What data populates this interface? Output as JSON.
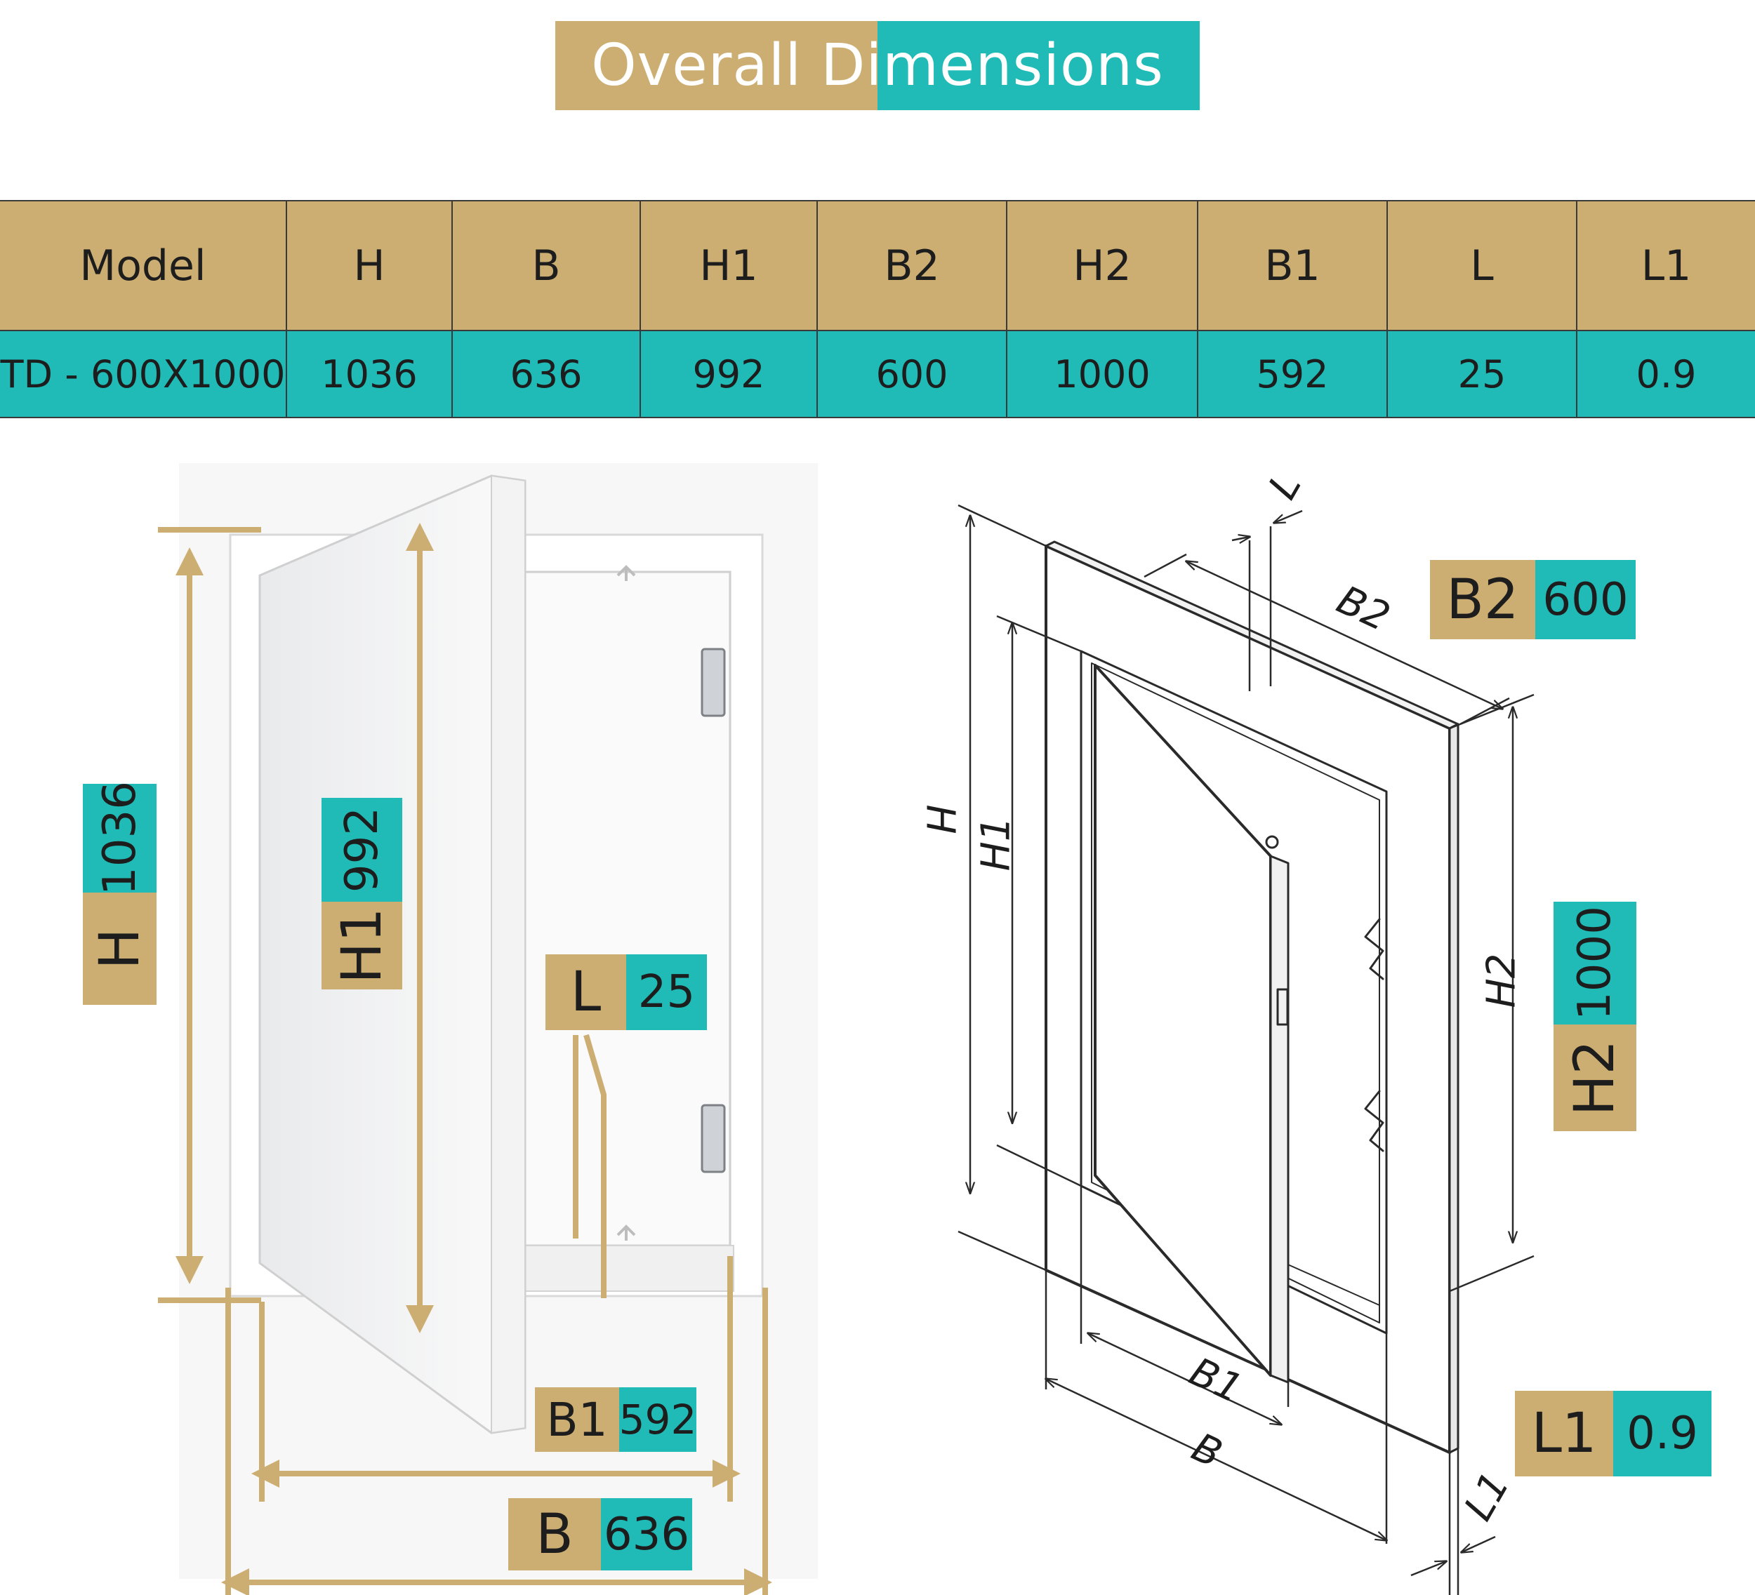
{
  "colors": {
    "gold": "#cdae72",
    "teal": "#20bbb6",
    "line": "#2a2a2a"
  },
  "title": "Overall Dimensions",
  "table": {
    "headers": [
      "Model",
      "H",
      "B",
      "H1",
      "B2",
      "H2",
      "B1",
      "L",
      "L1"
    ],
    "rows": [
      [
        "TD - 600X1000",
        "1036",
        "636",
        "992",
        "600",
        "1000",
        "592",
        "25",
        "0.9"
      ]
    ]
  },
  "photo_tags": {
    "H": {
      "label": "H",
      "value": "1036"
    },
    "H1": {
      "label": "H1",
      "value": "992"
    },
    "L": {
      "label": "L",
      "value": "25"
    },
    "B1": {
      "label": "B1",
      "value": "592"
    },
    "B": {
      "label": "B",
      "value": "636"
    }
  },
  "drawing_tags": {
    "B2": {
      "label": "B2",
      "value": "600"
    },
    "H2": {
      "label": "H2",
      "value": "1000"
    },
    "L1": {
      "label": "L1",
      "value": "0.9"
    }
  },
  "drawing_labels": {
    "L": "L",
    "B2": "B2",
    "H": "H",
    "H1": "H1",
    "H2": "H2",
    "B1": "B1",
    "B": "B",
    "L1": "L1"
  }
}
